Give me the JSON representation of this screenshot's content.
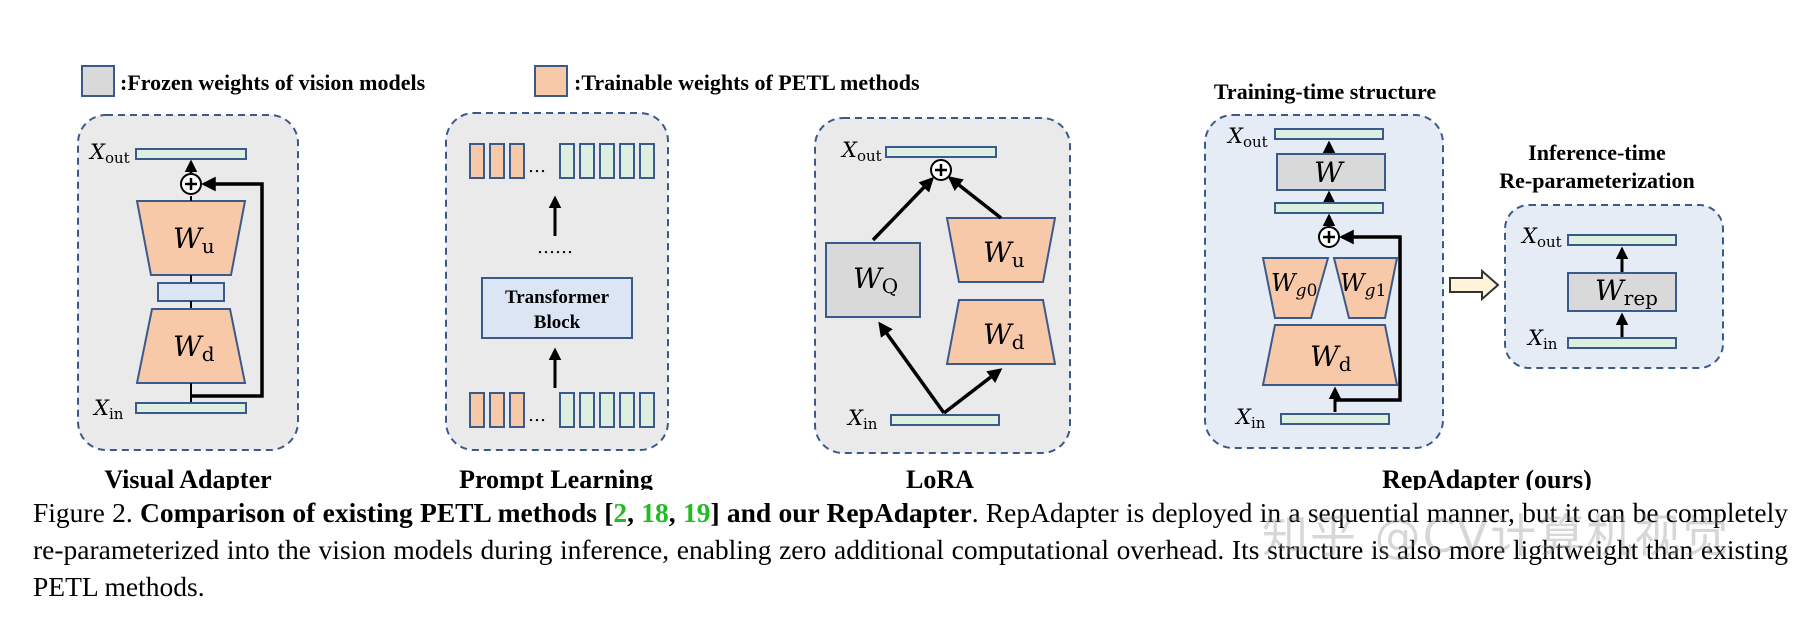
{
  "legend": {
    "frozen_label": ":Frozen weights  of vision models",
    "trainable_label": ":Trainable weights  of PETL methods"
  },
  "colors": {
    "frozen": "#d9d9d9",
    "trainable": "#f7c9a8",
    "token": "#dcefe0",
    "transformer": "#dbe5f4",
    "panel_bg": "#eaeaea",
    "rep_panel_bg": "#e6ecf6",
    "border": "#3b5a8c",
    "ref_green": "#22bb22"
  },
  "symbols": {
    "x_var": "X",
    "out_sub": "out",
    "in_sub": "in",
    "w_var": "W",
    "u_sub": "u",
    "d_sub": "d",
    "q_sub": "Q",
    "g_sub": "g",
    "g0_num": "0",
    "g1_num": "1",
    "rep_sub": "rep",
    "ellipsis": "…",
    "dots": "……"
  },
  "panels": {
    "visual_adapter": {
      "label": "Visual Adapter"
    },
    "prompt_learning": {
      "label": "Prompt Learning",
      "block_line1": "Transformer",
      "block_line2": "Block"
    },
    "lora": {
      "label": "LoRA"
    },
    "repadapter": {
      "label": "RepAdapter (ours)",
      "training_title": "Training-time structure",
      "inference_title_line1": "Inference-time",
      "inference_title_line2": "Re-parameterization"
    }
  },
  "caption": {
    "prefix": "Figure 2.  ",
    "bold_start": "Comparison of existing PETL methods [",
    "ref1": "2",
    "sep1": ", ",
    "ref2": "18",
    "sep2": ", ",
    "ref3": "19",
    "bold_end": "] and our RepAdapter",
    "rest": ".  RepAdapter is deployed in a sequential manner, but it can be completely re-parameterized into the vision models during inference, enabling zero additional computational overhead. Its structure is also more lightweight than existing PETL methods."
  },
  "watermark": "知乎 @CV计算机视觉"
}
